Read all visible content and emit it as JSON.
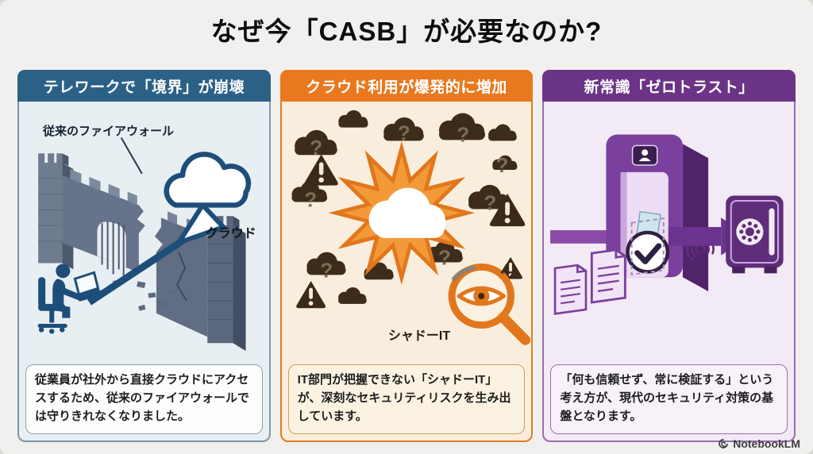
{
  "page": {
    "title": "なぜ今「CASB」が必要なのか?",
    "background": "#f1f0ee"
  },
  "panels": [
    {
      "key": "telework-boundary-collapse",
      "header": "テレワークで「境界」が崩壊",
      "caption": "従業員が社外から直接クラウドにアクセスするため、従来のファイアウォールでは守りきれなくなりました。",
      "labels": {
        "firewall": "従来のファイアウォール",
        "cloud": "クラウド"
      },
      "colors": {
        "accent": "#2b6187",
        "border": "#7d96a8",
        "body-bg": "#e8eff3",
        "box-bg": "#fcfdfd",
        "box-border": "#8aa2b2",
        "art": "#1d4e79"
      }
    },
    {
      "key": "cloud-usage-explosion",
      "header": "クラウド利用が爆発的に増加",
      "caption": "IT部門が把握できない「シャドーIT」が、深刻なセキュリティリスクを生み出しています。",
      "labels": {
        "shadow_it": "シャドーIT"
      },
      "colors": {
        "accent": "#e8791f",
        "border": "#e8791f",
        "body-bg": "#f9eedd",
        "box-bg": "#fbf2e1",
        "box-border": "#cf9f5e",
        "art": "#3c2c19"
      }
    },
    {
      "key": "zero-trust",
      "header": "新常識「ゼロトラスト」",
      "caption": "「何も信頼せず、常に検証する」という考え方が、現代のセキュリティ対策の基盤となります。",
      "labels": {},
      "colors": {
        "accent": "#6b3487",
        "border": "#9a6cb0",
        "body-bg": "#f2eaf5",
        "box-bg": "#f8f1fa",
        "box-border": "#9b6fae",
        "art": "#7b3f9d"
      }
    }
  ],
  "footer": {
    "brand": "NotebookLM"
  }
}
